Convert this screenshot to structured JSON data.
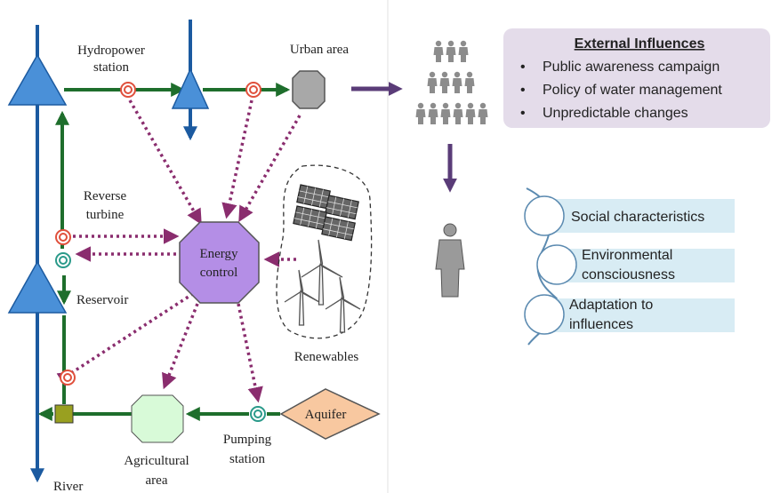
{
  "left_diagram": {
    "labels": {
      "hydropower_station": [
        "Hydropower",
        "station"
      ],
      "urban_area": "Urban area",
      "reverse_turbine": [
        "Reverse",
        "turbine"
      ],
      "reservoir": "Reservoir",
      "energy_control": [
        "Energy",
        "control"
      ],
      "renewables": "Renewables",
      "aquifer": "Aquifer",
      "pumping_station": [
        "Pumping",
        "station"
      ],
      "agricultural_area": [
        "Agricultural",
        "area"
      ],
      "river": "River"
    }
  },
  "external_influences": {
    "title": "External Influences",
    "items": [
      "Public awareness campaign",
      "Policy of water management",
      "Unpredictable changes"
    ]
  },
  "characteristics": [
    {
      "lines": [
        "Social characteristics"
      ]
    },
    {
      "lines": [
        "Environmental",
        "consciousness"
      ]
    },
    {
      "lines": [
        "Adaptation to",
        "influences"
      ]
    }
  ],
  "colors": {
    "water_blue": "#1b5aa0",
    "pipe_green": "#1e6e2c",
    "energy_purple": "#8a2d6e",
    "energy_box": "#b48ee6",
    "urban_gray": "#a8a8a8",
    "agri_green": "#d8fad8",
    "aquifer_orange": "#f8c8a0",
    "influence_box": "#e4dcea",
    "char_box": "#d8ecf4",
    "arrow_purple": "#5a3c78",
    "people_gray": "#8c8c8c"
  }
}
